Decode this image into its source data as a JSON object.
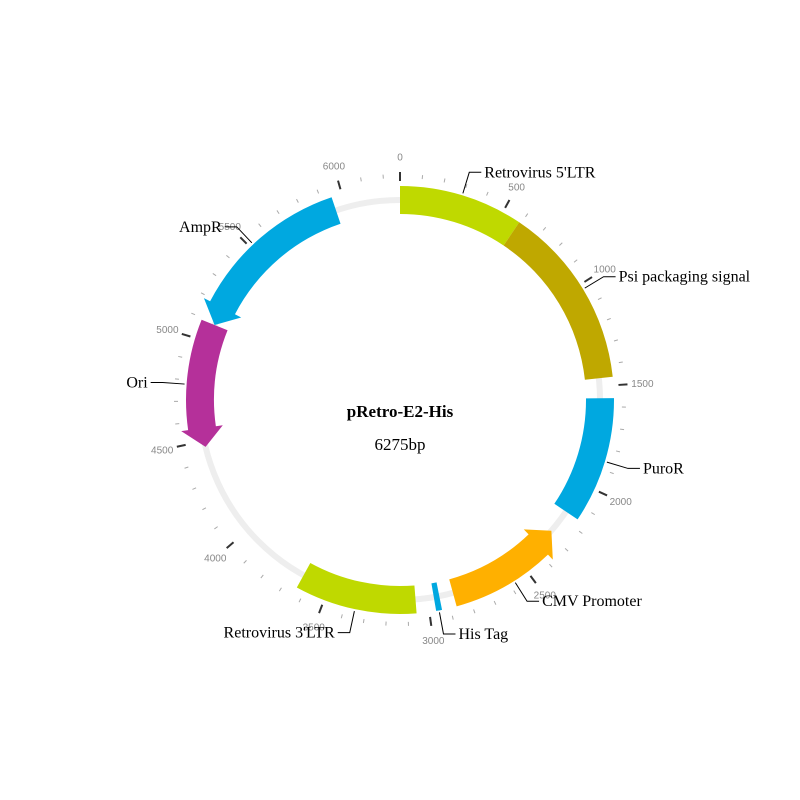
{
  "plasmid": {
    "name": "pRetro-E2-His",
    "size_label": "6275bp",
    "length": 6275
  },
  "ticks": {
    "major": [
      "0",
      "500",
      "1000",
      "1500",
      "2000",
      "2500",
      "3000",
      "3500",
      "4000",
      "4500",
      "5000",
      "5500",
      "6000"
    ],
    "minor_step": 100
  },
  "features": [
    {
      "name": "Retrovirus 5'LTR",
      "start": 0,
      "end": 590,
      "color": "#bfd900",
      "arrow": "none"
    },
    {
      "name": "Psi packaging signal",
      "start": 590,
      "end": 1460,
      "color": "#bfa800",
      "arrow": "none"
    },
    {
      "name": "PuroR",
      "start": 1560,
      "end": 2160,
      "color": "#00a8e0",
      "arrow": "none"
    },
    {
      "name": "CMV Promoter",
      "start": 2280,
      "end": 2870,
      "color": "#ffb000",
      "arrow": "reverse"
    },
    {
      "name": "His Tag",
      "start": 2940,
      "end": 2968,
      "color": "#00a8e0",
      "arrow": "none"
    },
    {
      "name": "Retrovirus 3'LTR",
      "start": 3060,
      "end": 3640,
      "color": "#bfd900",
      "arrow": "none"
    },
    {
      "name": "Ori",
      "start": 4470,
      "end": 5090,
      "color": "#b5309a",
      "arrow": "reverse"
    },
    {
      "name": "AmpR",
      "start": 5090,
      "end": 5950,
      "color": "#00a8e0",
      "arrow": "reverse"
    }
  ]
}
